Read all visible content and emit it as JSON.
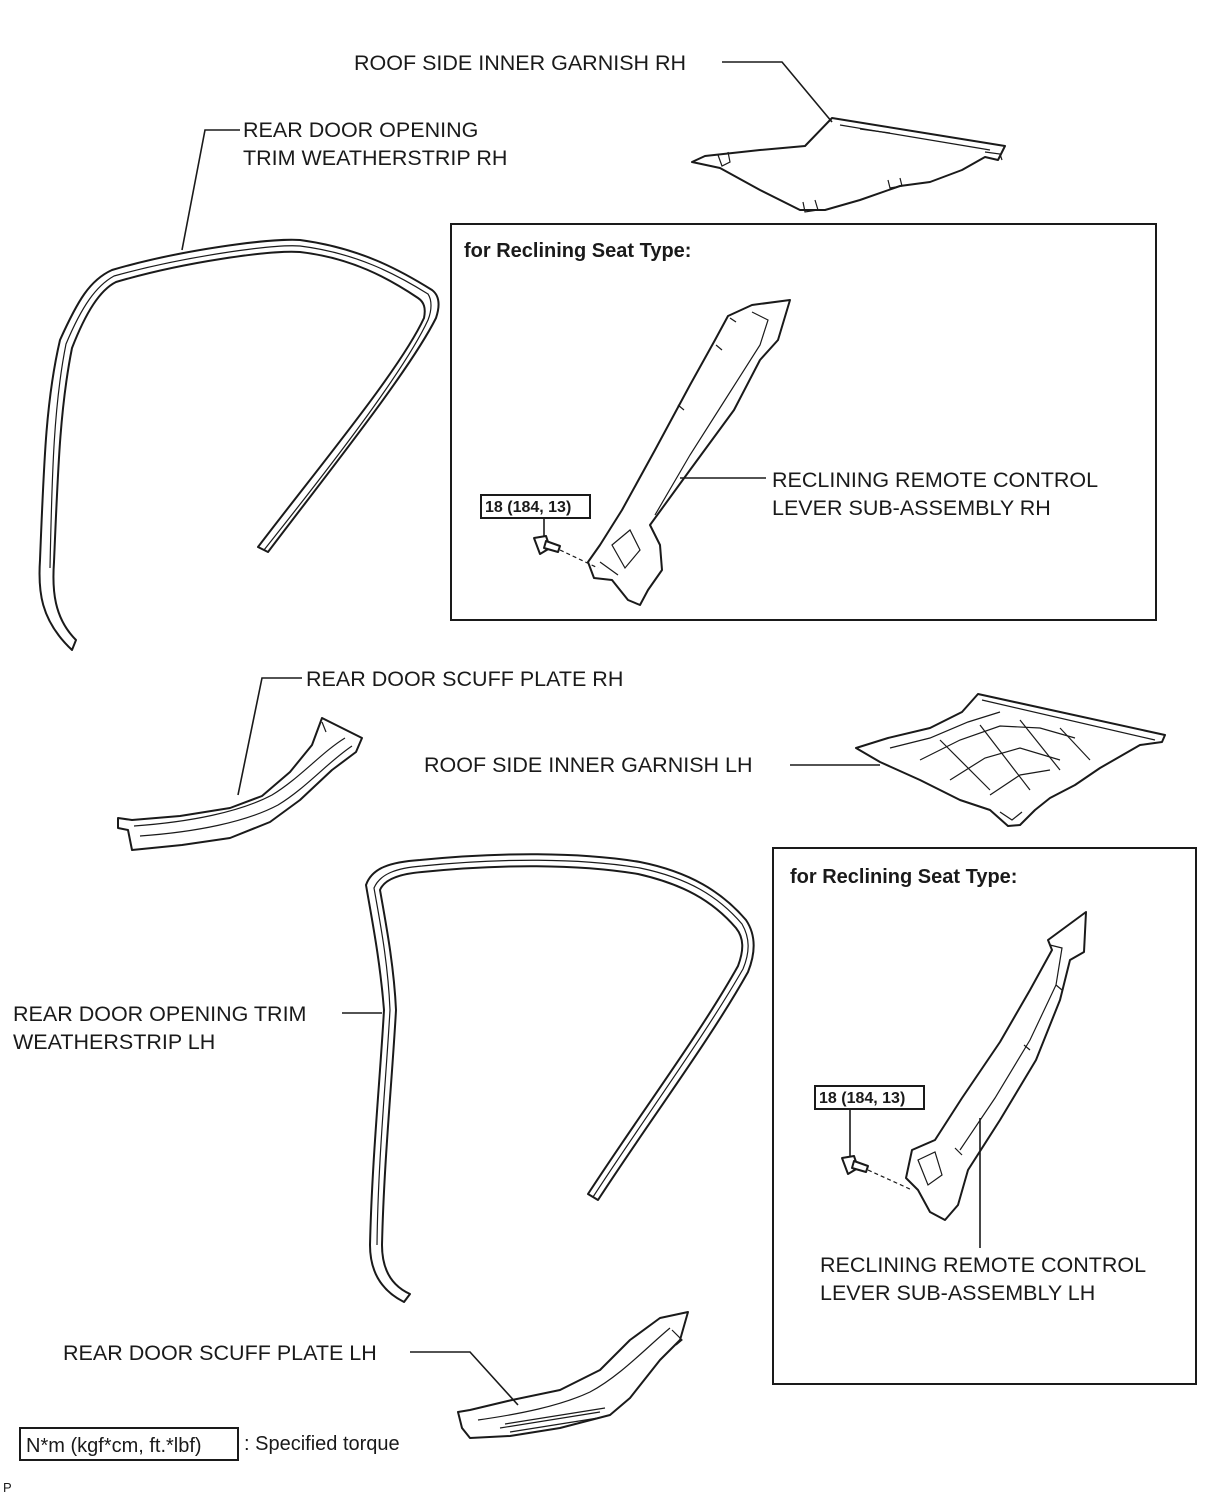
{
  "labels": {
    "roof_side_inner_garnish_rh": "ROOF SIDE INNER GARNISH RH",
    "rear_door_opening_trim_rh_line1": "REAR DOOR OPENING",
    "rear_door_opening_trim_rh_line2": "TRIM WEATHERSTRIP RH",
    "reclining_lever_rh_line1": "RECLINING REMOTE CONTROL",
    "reclining_lever_rh_line2": "LEVER SUB-ASSEMBLY RH",
    "rear_door_scuff_plate_rh": "REAR DOOR SCUFF PLATE RH",
    "roof_side_inner_garnish_lh": "ROOF SIDE INNER GARNISH LH",
    "rear_door_opening_trim_lh_line1": "REAR DOOR OPENING TRIM",
    "rear_door_opening_trim_lh_line2": "WEATHERSTRIP LH",
    "reclining_lever_lh_line1": "RECLINING REMOTE CONTROL",
    "reclining_lever_lh_line2": "LEVER SUB-ASSEMBLY LH",
    "rear_door_scuff_plate_lh": "REAR DOOR SCUFF PLATE LH"
  },
  "inset_rh": {
    "title": "for Reclining Seat Type:",
    "torque": "18 (184, 13)"
  },
  "inset_lh": {
    "title": "for Reclining Seat Type:",
    "torque": "18 (184, 13)"
  },
  "legend": {
    "unit_box": "N*m (kgf*cm, ft.*lbf)",
    "description": ": Specified torque"
  },
  "page_code": "P"
}
